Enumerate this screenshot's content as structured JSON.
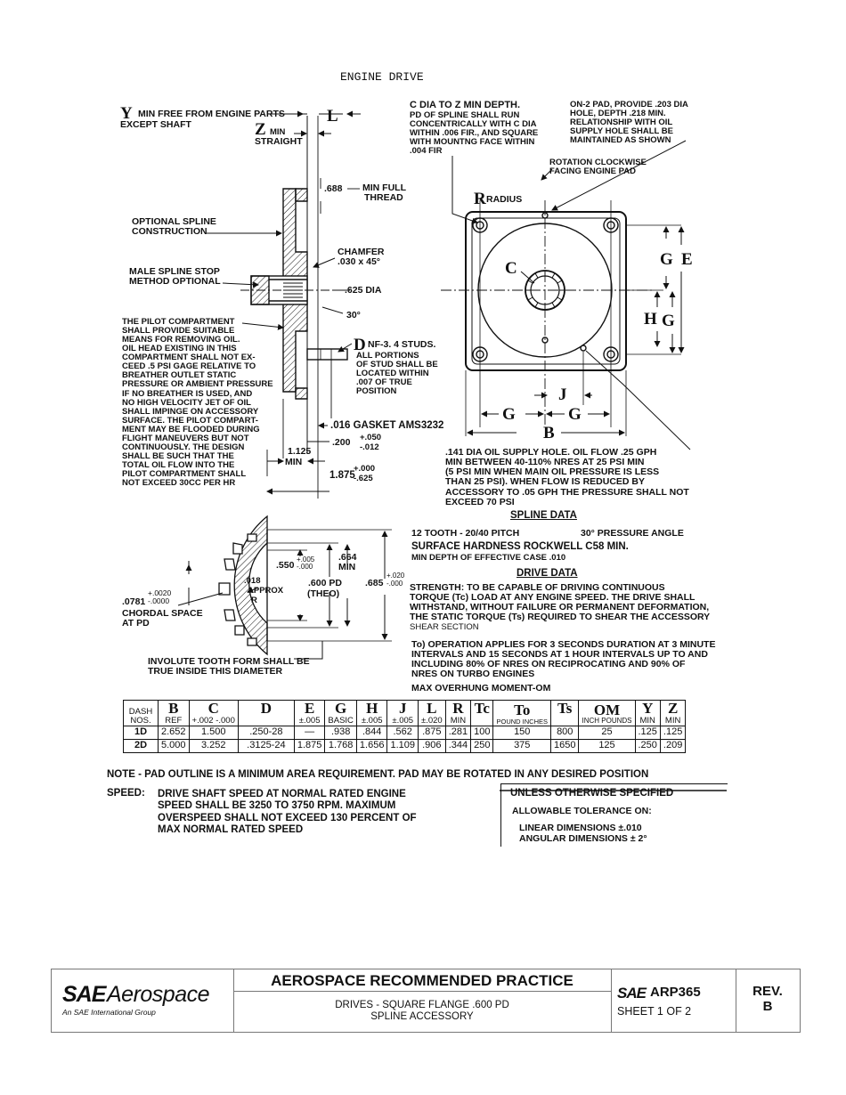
{
  "drawing": {
    "title": "ENGINE DRIVE",
    "left_view": {
      "y_label": "Y",
      "y_note": "MIN FREE FROM ENGINE PARTS",
      "y_note2": "EXCEPT SHAFT",
      "l_label": "L",
      "z_label": "Z",
      "z_note1": "MIN",
      "z_note2": "STRAIGHT",
      "thread_dim": ".688",
      "thread_note1": "MIN FULL",
      "thread_note2": "THREAD",
      "optional_spline": [
        "OPTIONAL SPLINE",
        "CONSTRUCTION"
      ],
      "chamfer": [
        "CHAMFER",
        ".030 x 45°"
      ],
      "male_stop": [
        "MALE SPLINE STOP",
        "METHOD OPTIONAL"
      ],
      "dia_625": ".625 DIA",
      "angle_30": "30°",
      "pilot_note": [
        "THE PILOT COMPARTMENT",
        "SHALL PROVIDE SUITABLE",
        "MEANS FOR REMOVING OIL.",
        "OIL HEAD EXISTING IN THIS",
        "COMPARTMENT SHALL NOT EX-",
        "CEED .5 PSI GAGE RELATIVE TO",
        "BREATHER OUTLET STATIC",
        "PRESSURE OR AMBIENT PRESSURE",
        "IF NO BREATHER IS USED, AND",
        "NO HIGH VELOCITY JET OF OIL",
        "SHALL IMPINGE ON ACCESSORY",
        "SURFACE. THE PILOT COMPART-",
        "MENT MAY BE FLOODED DURING",
        "FLIGHT MANEUVERS BUT NOT",
        "CONTINUOUSLY. THE DESIGN",
        "SHALL BE SUCH THAT THE",
        "TOTAL OIL FLOW INTO THE",
        "PILOT COMPARTMENT SHALL",
        "NOT EXCEED 30CC PER HR"
      ],
      "d_label": "D",
      "studs": "NF-3. 4 STUDS.",
      "studs_note": [
        "ALL PORTIONS",
        "OF STUD SHALL BE",
        "LOCATED WITHIN",
        ".007 OF TRUE",
        "POSITION"
      ],
      "gasket": ".016 GASKET AMS3232",
      "dim_200": ".200",
      "dim_200_tol_plus": "+.050",
      "dim_200_tol_minus": "-.012",
      "dim_1125": "1.125",
      "dim_1125_min": "MIN",
      "dim_1875": "1.875",
      "dim_1875_tol_plus": "+.000",
      "dim_1875_tol_minus": "-.625"
    },
    "front_view": {
      "c_note": [
        "C DIA TO Z MIN DEPTH.",
        "PD OF SPLINE SHALL RUN",
        "CONCENTRICALLY WITH C DIA",
        "WITHIN .006 FIR., AND SQUARE",
        "WITH MOUNTNG FACE WITHIN",
        ".004 FIR"
      ],
      "on2_note": [
        "ON-2 PAD, PROVIDE .203 DIA",
        "HOLE, DEPTH .218 MIN.",
        "RELATIONSHIP WITH OIL",
        "SUPPLY HOLE SHALL BE",
        "MAINTAINED AS SHOWN"
      ],
      "rotation": [
        "ROTATION CLOCKWISE",
        "FACING ENGINE PAD"
      ],
      "r_label": "R",
      "radius": "RADIUS",
      "c_label": "C",
      "g_label": "G",
      "e_label": "E",
      "h_label": "H",
      "j_label": "J",
      "b_label": "B",
      "oil_note": [
        ".141 DIA OIL SUPPLY HOLE. OIL FLOW .25 GPH",
        "MIN BETWEEN 40-110% NRES AT 25 PSI MIN",
        "(5 PSI MIN WHEN MAIN OIL PRESSURE IS LESS",
        "THAN 25 PSI). WHEN FLOW IS REDUCED BY",
        "ACCESSORY TO .05 GPH THE PRESSURE SHALL NOT",
        "EXCEED 70 PSI"
      ]
    },
    "spline_section": {
      "d550": ".550",
      "d550_tol_plus": "+.005",
      "d550_tol_minus": "-.000",
      "d664": ".664",
      "d664_min": "MIN",
      "d600": ".600 PD",
      "theo": "(THEO)",
      "d685": ".685",
      "d685_tol_plus": "+.020",
      "d685_tol_minus": "-.000",
      "r018": ".018",
      "approx": "APPROX",
      "r_small": "R",
      "chordal": ".0781",
      "chordal_tol_plus": "+.0020",
      "chordal_tol_minus": "-.0000",
      "chordal_note": [
        "CHORDAL SPACE",
        "AT PD"
      ],
      "involute": [
        "INVOLUTE TOOTH FORM SHALL BE",
        "TRUE INSIDE THIS DIAMETER"
      ]
    },
    "spline_data": {
      "heading": "SPLINE DATA",
      "pitch": "12 TOOTH - 20/40 PITCH",
      "angle": "30° PRESSURE ANGLE",
      "hardness": "SURFACE HARDNESS ROCKWELL C58 MIN.",
      "case": "MIN DEPTH OF EFFECTIVE CASE .010"
    },
    "drive_data": {
      "heading": "DRIVE DATA",
      "strength": [
        "STRENGTH: TO BE CAPABLE OF DRIVING CONTINUOUS",
        "TORQUE (Tc) LOAD AT ANY ENGINE SPEED. THE DRIVE SHALL",
        "WITHSTAND, WITHOUT FAILURE OR PERMANENT DEFORMATION,",
        "THE STATIC TORQUE (Ts) REQUIRED TO SHEAR THE ACCESSORY",
        "SHEAR SECTION"
      ],
      "to_note": [
        "To) OPERATION APPLIES FOR 3 SECONDS DURATION AT 3 MINUTE",
        "INTERVALS AND 15 SECONDS AT 1 HOUR INTERVALS UP TO AND",
        "INCLUDING 80% OF NRES ON RECIPROCATING AND 90% OF",
        "NRES ON TURBO ENGINES"
      ],
      "overhung": "MAX OVERHUNG MOMENT-OM"
    },
    "table": {
      "headers": [
        {
          "big": "",
          "small": "DASH NOS."
        },
        {
          "big": "B",
          "small": "REF"
        },
        {
          "big": "C",
          "small": "+.002 -.000"
        },
        {
          "big": "D",
          "small": ""
        },
        {
          "big": "E",
          "small": "±.005"
        },
        {
          "big": "G",
          "small": "BASIC"
        },
        {
          "big": "H",
          "small": "±.005"
        },
        {
          "big": "J",
          "small": "±.005"
        },
        {
          "big": "L",
          "small": "±.020"
        },
        {
          "big": "R",
          "small": "MIN"
        },
        {
          "big": "Tc",
          "small": ""
        },
        {
          "big": "To",
          "small": "POUND INCHES"
        },
        {
          "big": "Ts",
          "small": ""
        },
        {
          "big": "OM",
          "small": "INCH POUNDS"
        },
        {
          "big": "Y",
          "small": "MIN"
        },
        {
          "big": "Z",
          "small": "MIN"
        }
      ],
      "rows": [
        [
          "1D",
          "2.652",
          "1.500",
          ".250-28",
          "—",
          ".938",
          ".844",
          ".562",
          ".875",
          ".281",
          "100",
          "150",
          "800",
          "25",
          ".125",
          ".125"
        ],
        [
          "2D",
          "5.000",
          "3.252",
          ".3125-24",
          "1.875",
          "1.768",
          "1.656",
          "1.109",
          ".906",
          ".344",
          "250",
          "375",
          "1650",
          "125",
          ".250",
          ".209"
        ]
      ]
    },
    "note": "NOTE - PAD OUTLINE IS A MINIMUM AREA REQUIREMENT. PAD MAY BE ROTATED IN ANY DESIRED POSITION",
    "speed_label": "SPEED:",
    "speed": [
      "DRIVE SHAFT SPEED AT NORMAL RATED ENGINE",
      "SPEED SHALL BE 3250 TO 3750 RPM. MAXIMUM",
      "OVERSPEED SHALL NOT EXCEED 130 PERCENT OF",
      "MAX NORMAL RATED SPEED"
    ],
    "tolerance": {
      "heading": "UNLESS OTHERWISE SPECIFIED",
      "allow": "ALLOWABLE TOLERANCE ON:",
      "linear": "LINEAR DIMENSIONS ±.010",
      "angular": "ANGULAR DIMENSIONS ± 2°"
    }
  },
  "footer": {
    "logo_sae": "SAE",
    "logo_aero": "Aerospace",
    "logo_sub": "An SAE International Group",
    "title": "AEROSPACE RECOMMENDED PRACTICE",
    "desc1": "DRIVES - SQUARE FLANGE .600 PD",
    "desc2": "SPLINE ACCESSORY",
    "doc_sae": "SAE",
    "doc_no": "ARP365",
    "sheet": "SHEET 1 OF 2",
    "rev_label": "REV.",
    "rev": "B"
  }
}
